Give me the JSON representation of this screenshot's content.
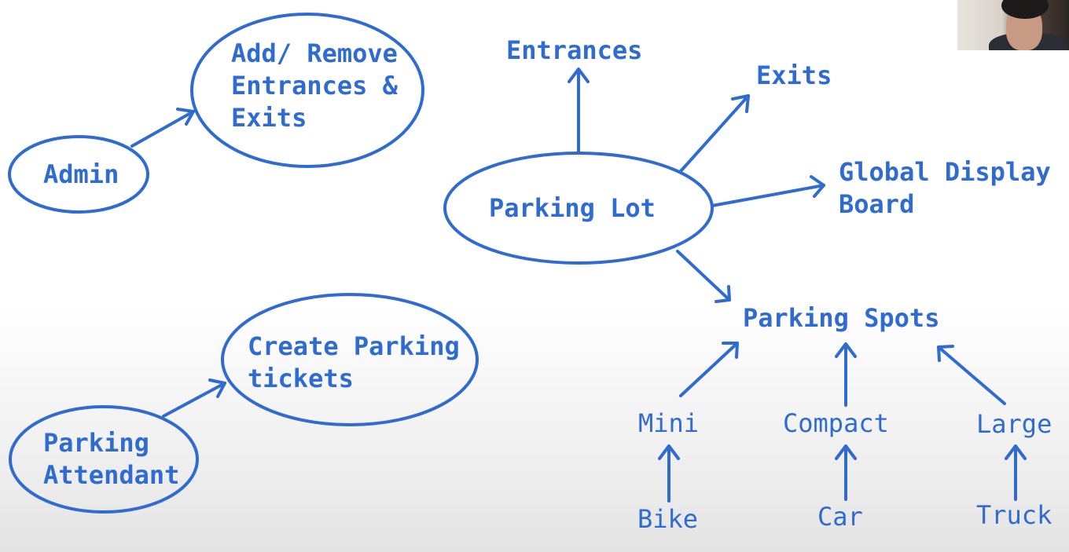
{
  "nodes": {
    "admin": "Admin",
    "add_remove": "Add/ Remove\nEntrances &\nExits",
    "parking_attendant": "Parking\nAttendant",
    "create_tickets": "Create Parking\ntickets",
    "parking_lot": "Parking Lot",
    "entrances": "Entrances",
    "exits": "Exits",
    "global_display": "Global Display\nBoard",
    "parking_spots": "Parking Spots",
    "mini": "Mini",
    "compact": "Compact",
    "large": "Large",
    "bike": "Bike",
    "car": "Car",
    "truck": "Truck"
  },
  "colors": {
    "accent": "#2f6bd0"
  }
}
